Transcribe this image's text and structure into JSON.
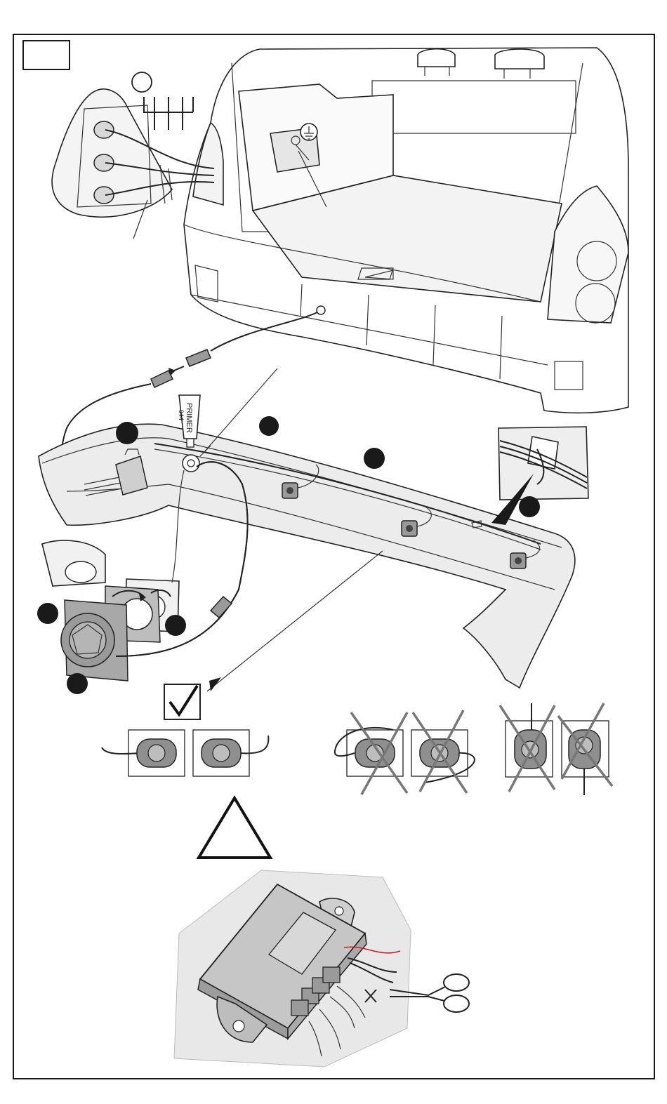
{
  "primer": {
    "label_line1": "PRIMER",
    "label_line2": "944"
  },
  "callouts": {
    "count": 8
  },
  "icons": {
    "check": "check-mark-icon",
    "warning": "warning-triangle-icon",
    "ground": "ground-symbol-icon",
    "gear": "gearshift-pattern-icon",
    "scissors": "scissors-icon",
    "cross": "cut-cross-icon"
  },
  "colors": {
    "line": "#222222",
    "fill": "#e6e6e6",
    "red_wire": "#d01818"
  }
}
